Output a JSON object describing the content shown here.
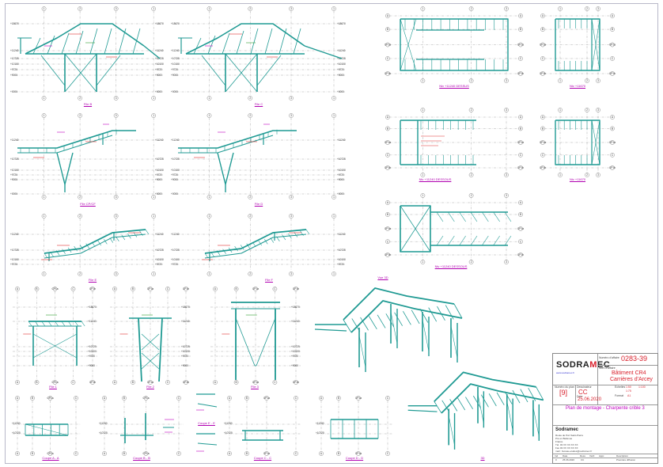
{
  "drawing": {
    "views": [
      {
        "id": "file-b",
        "label": "File B"
      },
      {
        "id": "file-c",
        "label": "File C"
      },
      {
        "id": "file-cprim",
        "label": "File CP/CF"
      },
      {
        "id": "file-d",
        "label": "File D"
      },
      {
        "id": "file-e",
        "label": "File E"
      },
      {
        "id": "file-f",
        "label": "File F"
      },
      {
        "id": "file-1",
        "label": "File 1"
      },
      {
        "id": "file-2",
        "label": "File 2"
      },
      {
        "id": "file-3",
        "label": "File 3"
      },
      {
        "id": "niv-dessus",
        "label": "Niv +11240 DESSUS"
      },
      {
        "id": "niv-11670",
        "label": "Niv +11670"
      },
      {
        "id": "niv-dessous",
        "label": "Niv +11240 DESSOUS"
      },
      {
        "id": "niv-11670b",
        "label": "Niv +11670"
      },
      {
        "id": "niv-dessous-2",
        "label": "Niv +11240 DESSOUS"
      },
      {
        "id": "vue-iso-1",
        "label": "Vue 3D"
      },
      {
        "id": "vue-iso-2",
        "label": "3D"
      },
      {
        "id": "coupe-a",
        "label": "Coupe A - A"
      },
      {
        "id": "coupe-b",
        "label": "Coupe B - B"
      },
      {
        "id": "coupe-e",
        "label": "Coupe E - E"
      },
      {
        "id": "coupe-c",
        "label": "Coupe C - C"
      },
      {
        "id": "coupe-d",
        "label": "Coupe D - D"
      }
    ],
    "elevations": [
      "+18670",
      "+11240",
      "+10725",
      "+10100",
      "+9720",
      "+9000",
      "+0000"
    ],
    "grid_letters": [
      "A",
      "B",
      "CP1a",
      "C",
      "CP1b",
      "D",
      "E",
      "F"
    ],
    "grid_numbers": [
      "1",
      "2",
      "3"
    ]
  },
  "title_block": {
    "company": "SODRAMEC",
    "company_m": "M",
    "company_pre": "SODRA",
    "company_post": "EC",
    "website": "www.sodramec.fr",
    "affaire_label": "Numéro d'affaire",
    "affaire": "0283-39",
    "client_label": "Nom d'affaire",
    "projet_line1": "Bâtiment CR4",
    "projet_line2": "Carrières d'Arcey",
    "echelles_label": "Echelles",
    "echelle1": "1:50",
    "echelle2": "1:100",
    "echelle3": "1:75",
    "format_label": "Format",
    "format": "A1",
    "plan_label": "Numéro du plan",
    "plan_no": "[9]",
    "dessinateur_label": "Dessinateur",
    "dessinateur": "CC",
    "date_label": "Date",
    "date": "25.06.2020",
    "title": "Plan de montage - Charpente crible 3",
    "address_company": "Sodramec",
    "address_l1": "Route de Port Saint-Pierre",
    "address_l2": "Pré en Bellevue",
    "address_l3": "France",
    "address_tel": "Tél. 03 XX XX XX XX",
    "address_fax": "Fax 03 XX XX XX XX",
    "address_mail": "mail : bureau-etudes@sodramec.fr",
    "rev_headers": [
      "Ind",
      "Date",
      "Dess",
      "Vérif.",
      "Appr.",
      "Description"
    ],
    "rev_row": [
      "0",
      "25.06.2020",
      "CC",
      "",
      "",
      "Première diffusion"
    ]
  },
  "colors": {
    "steel": "#1f9a93",
    "steel_dark": "#0f6f6a",
    "grid": "#8a8a8a",
    "annotation_red": "#e03030",
    "annotation_mag": "#c000c0",
    "annotation_green": "#2fa02f",
    "frame": "#b8b8c8",
    "brand_red": "#d81e2a"
  }
}
